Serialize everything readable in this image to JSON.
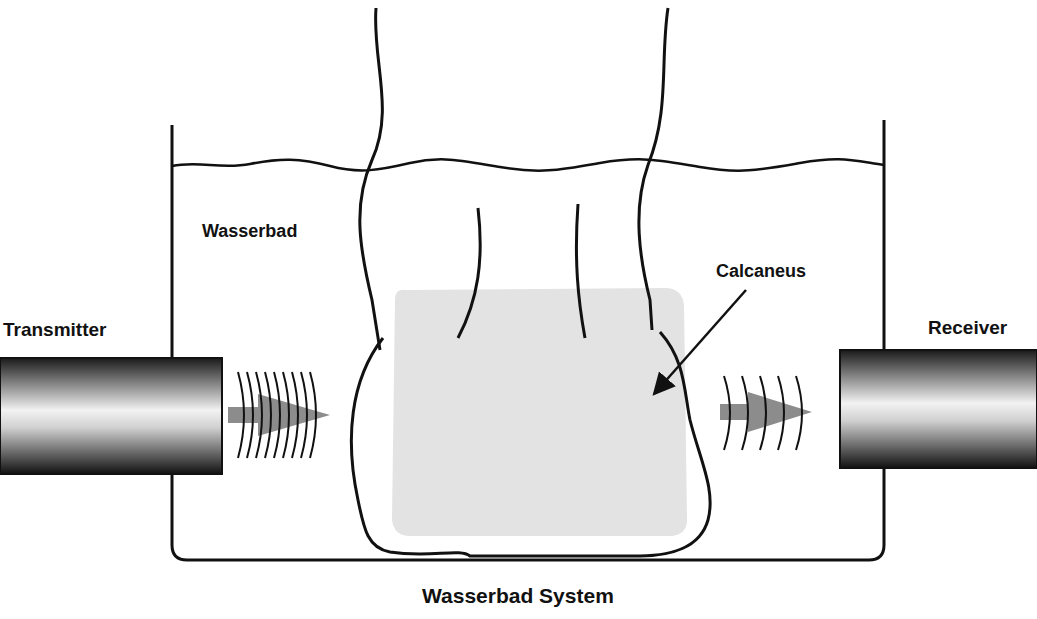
{
  "diagram": {
    "caption": "Wasserbad System",
    "labels": [
      "Wasserbad",
      "Transmitter",
      "Calcaneus",
      "Receiver"
    ]
  }
}
